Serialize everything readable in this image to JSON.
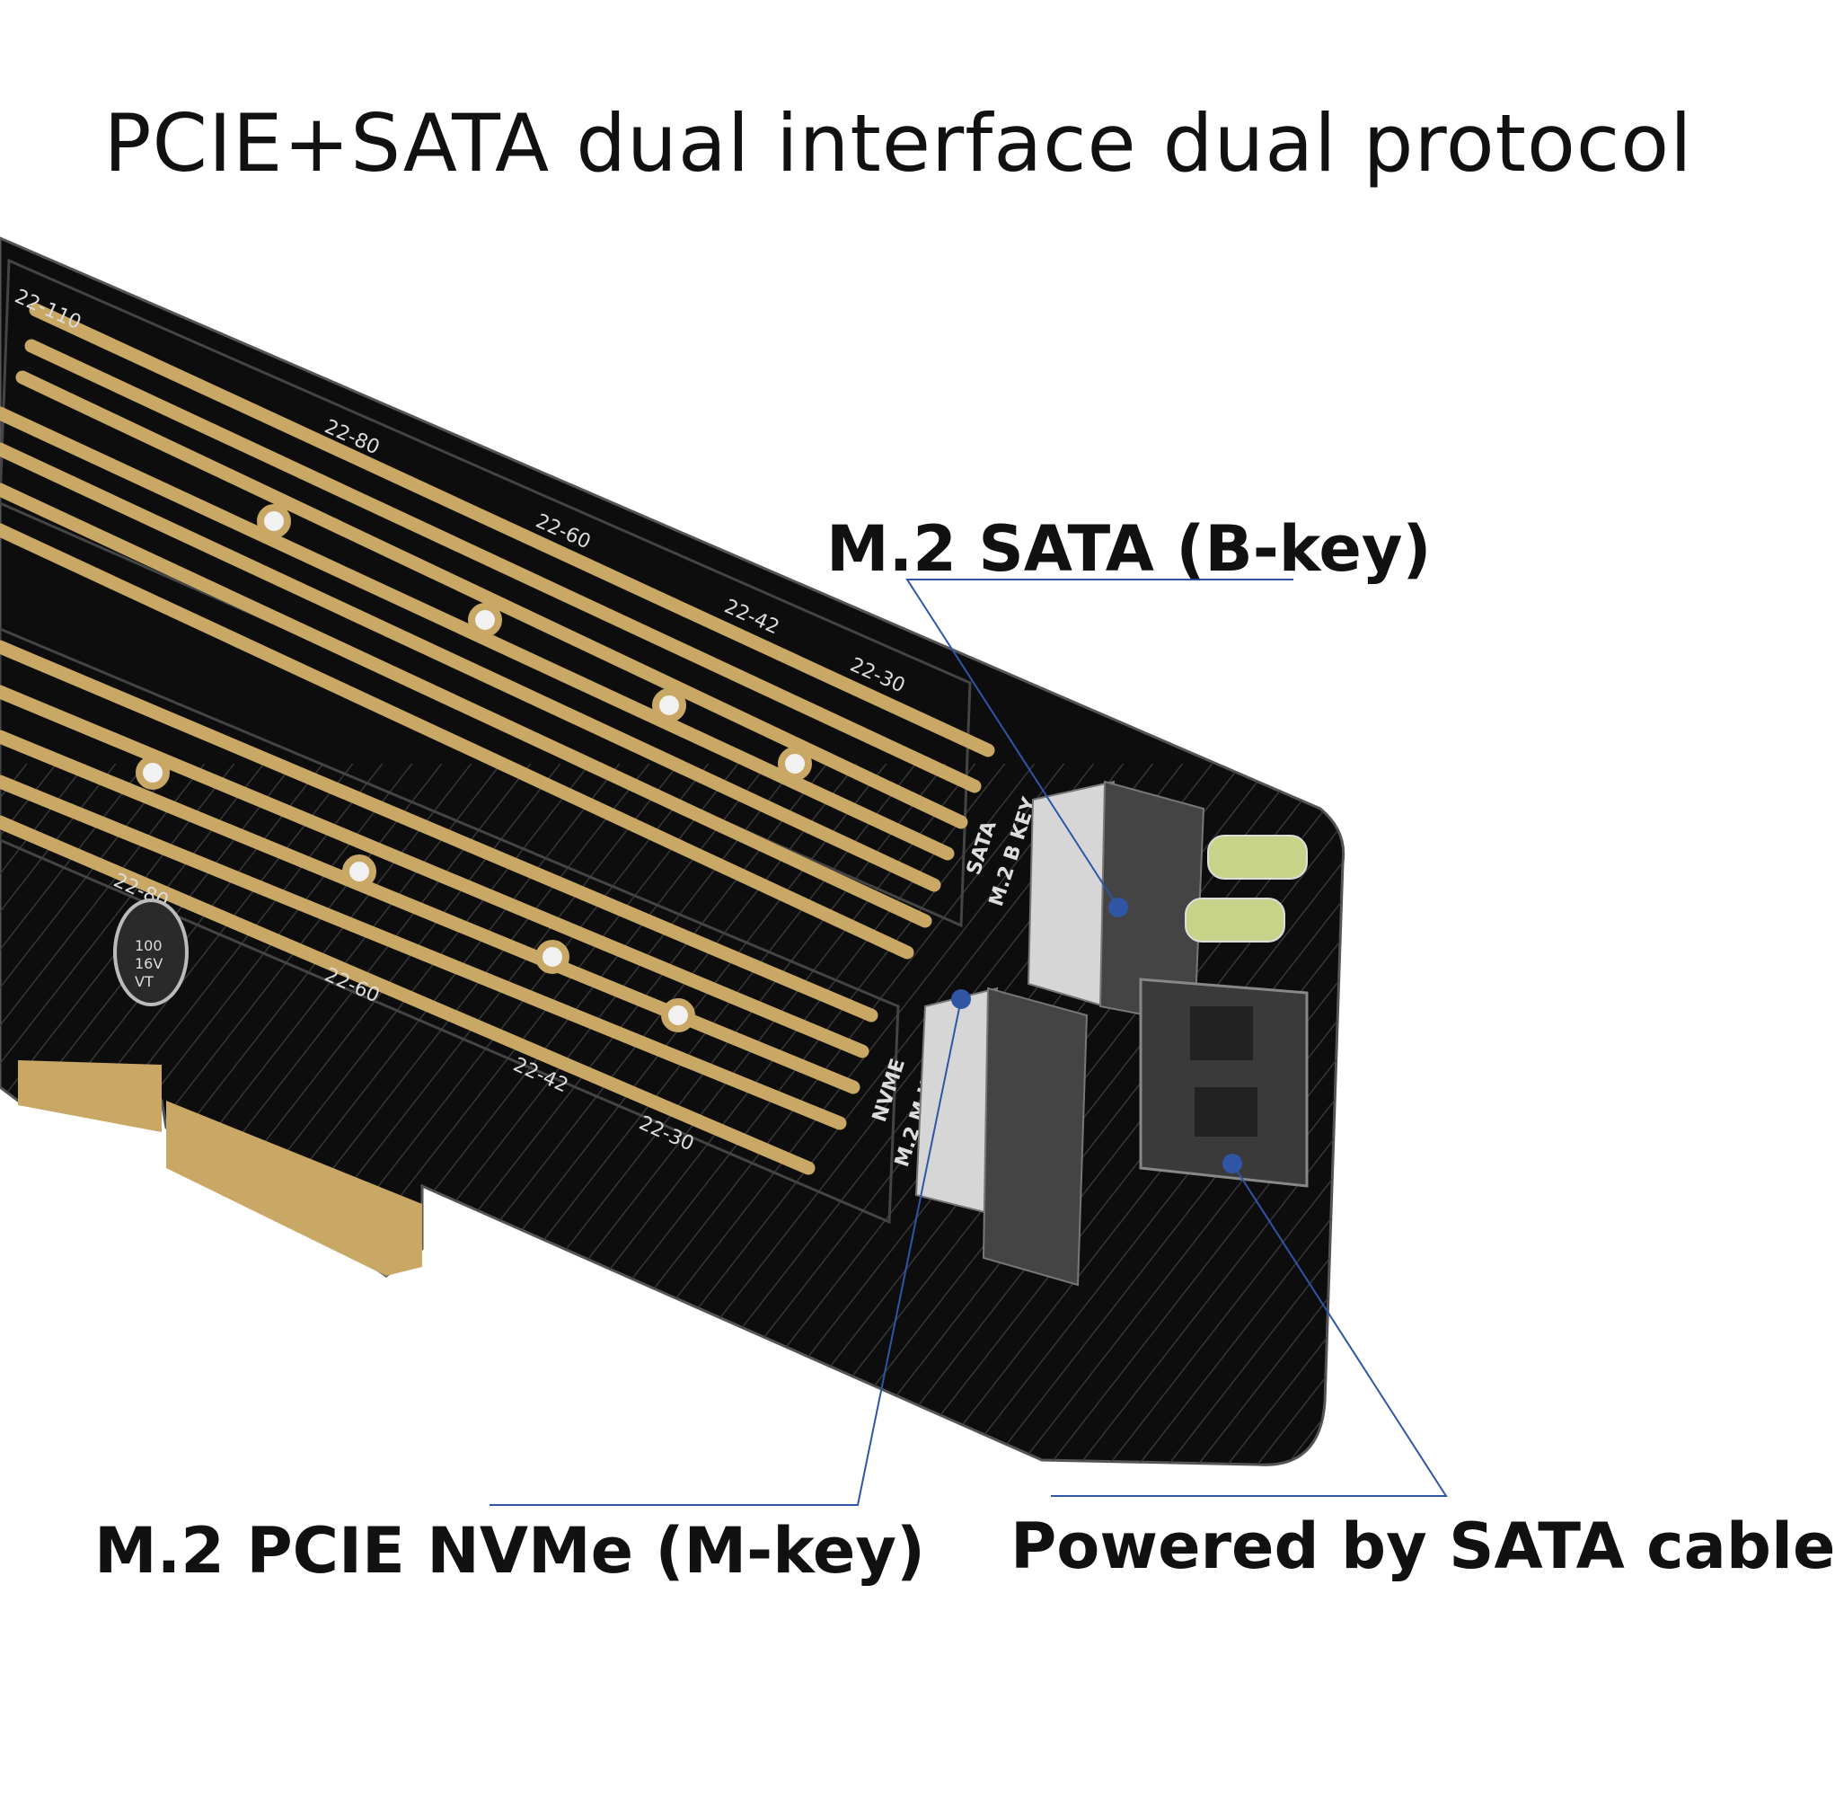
{
  "header": {
    "title": "PCIE+SATA dual interface dual protocol"
  },
  "callouts": {
    "sata": "M.2 SATA (B-key)",
    "nvme": "M.2 PCIE NVMe (M-key)",
    "power": "Powered by SATA cable"
  },
  "silkscreen": {
    "top_sizes": [
      "22-110",
      "22-80",
      "22-60",
      "22-42",
      "22-30"
    ],
    "bottom_sizes": [
      "22-80",
      "22-60",
      "22-42",
      "22-30"
    ],
    "sata_label": "SATA",
    "bkey_label": "M.2 B KEY",
    "nvme_label": "NVME",
    "mkey_label": "M.2 M KEY",
    "capacitor": [
      "100",
      "16V",
      "VT"
    ]
  },
  "colors": {
    "pcb": "#0d0d0d",
    "gold": "#c9a765",
    "callout_line": "#2f55a4"
  }
}
